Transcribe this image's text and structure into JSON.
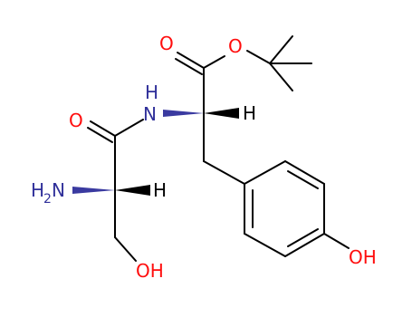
{
  "molecule": {
    "colors": {
      "bond": "#000000",
      "oxygen": "#ff0d0d",
      "nitrogen": "#30309a",
      "hydrogen": "#000000",
      "wedge_dark": "#000000",
      "wedge_blue": "#3a3aa0"
    },
    "atoms": {
      "ester_carbonyl_O": "O",
      "ester_O": "O",
      "amide_NH_N": "N",
      "amide_NH_H": "H",
      "amide_O": "O",
      "alpha_H_tyr": "H",
      "amine_N_main": "H",
      "amine_N_sub": "2",
      "amine_N_N": "N",
      "alpha_H_ser": "H",
      "serine_OH": "OH",
      "phenol_OH": "OH"
    }
  }
}
